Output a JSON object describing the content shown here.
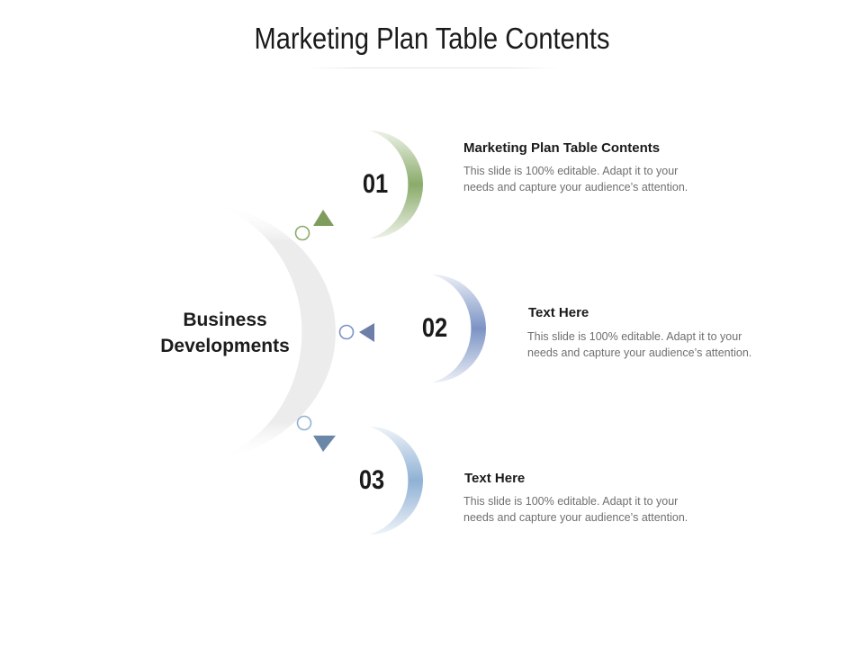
{
  "title": "Marketing Plan Table Contents",
  "center_label": {
    "line1": "Business",
    "line2": "Developments"
  },
  "colors": {
    "green": "#8aab6a",
    "blue": "#7b93c4",
    "light_blue": "#8fb1d4",
    "grey_arc": "#eeeeee",
    "text_dark": "#1a1a1a",
    "text_muted": "#6f6f6f"
  },
  "items": [
    {
      "number": "01",
      "heading": "Marketing Plan Table Contents",
      "description_line1": "This slide is 100% editable. Adapt it to your",
      "description_line2": "needs and capture your audience’s attention.",
      "color": "#8aab6a"
    },
    {
      "number": "02",
      "heading": "Text Here",
      "description_line1": "This slide is 100% editable. Adapt it to your",
      "description_line2": "needs and capture your audience’s attention.",
      "color": "#7b93c4"
    },
    {
      "number": "03",
      "heading": "Text Here",
      "description_line1": "This slide is 100% editable. Adapt it to your",
      "description_line2": "needs and capture your audience’s attention.",
      "color": "#8fb1d4"
    }
  ]
}
